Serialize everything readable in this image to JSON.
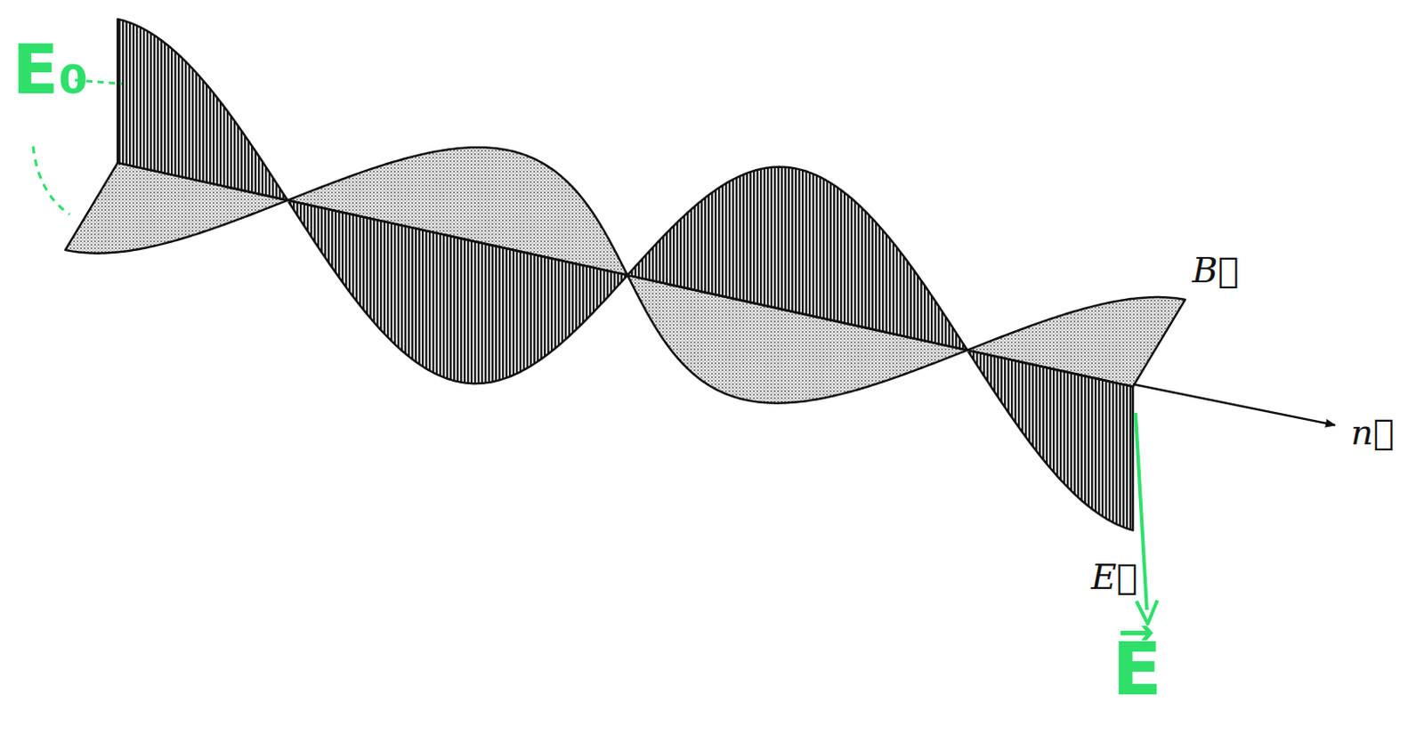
{
  "diagram": {
    "labels": [
      "E₀",
      "B⃗",
      "n⃗",
      "E⃗",
      "E⃗"
    ]
  }
}
